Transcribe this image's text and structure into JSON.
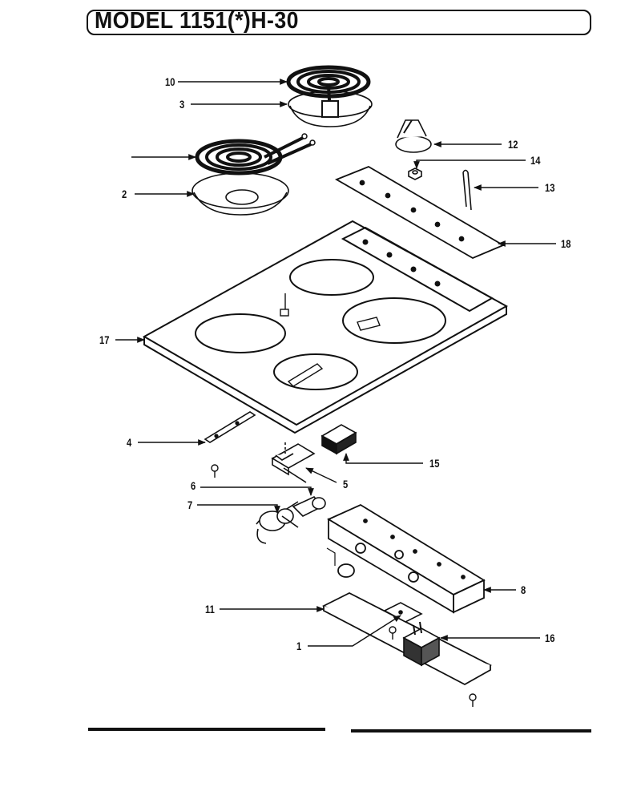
{
  "title": "MODEL 1151(*)H-30",
  "callouts": [
    {
      "id": "c10",
      "label": "10"
    },
    {
      "id": "c3",
      "label": "3"
    },
    {
      "id": "c12",
      "label": "12"
    },
    {
      "id": "c14",
      "label": "14"
    },
    {
      "id": "c13",
      "label": "13"
    },
    {
      "id": "c2",
      "label": "2"
    },
    {
      "id": "c18",
      "label": "18"
    },
    {
      "id": "c17",
      "label": "17"
    },
    {
      "id": "c4",
      "label": "4"
    },
    {
      "id": "c15",
      "label": "15"
    },
    {
      "id": "c5",
      "label": "5"
    },
    {
      "id": "c6",
      "label": "6"
    },
    {
      "id": "c7",
      "label": "7"
    },
    {
      "id": "c8",
      "label": "8"
    },
    {
      "id": "c11",
      "label": "11"
    },
    {
      "id": "c16",
      "label": "16"
    },
    {
      "id": "c1",
      "label": "1"
    }
  ],
  "colors": {
    "ink": "#111111",
    "paper": "#ffffff"
  }
}
